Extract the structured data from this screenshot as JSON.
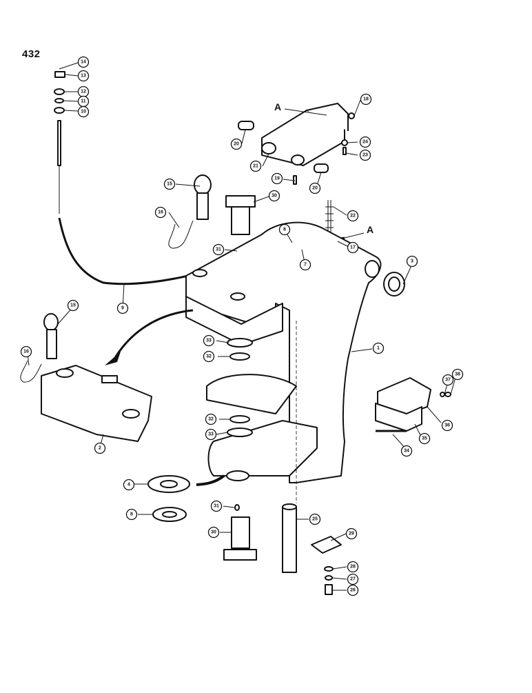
{
  "page_number": "432",
  "reference_letter": "A",
  "callouts": [
    "14",
    "13",
    "12",
    "11",
    "10",
    "18",
    "20",
    "21",
    "19",
    "20",
    "24",
    "23",
    "15",
    "30",
    "16",
    "8",
    "22",
    "17",
    "7",
    "31",
    "3",
    "9",
    "1",
    "15",
    "16",
    "33",
    "32",
    "2",
    "32",
    "33",
    "38",
    "37",
    "36",
    "35",
    "34",
    "4",
    "8",
    "31",
    "30",
    "25",
    "29",
    "28",
    "27",
    "26"
  ]
}
